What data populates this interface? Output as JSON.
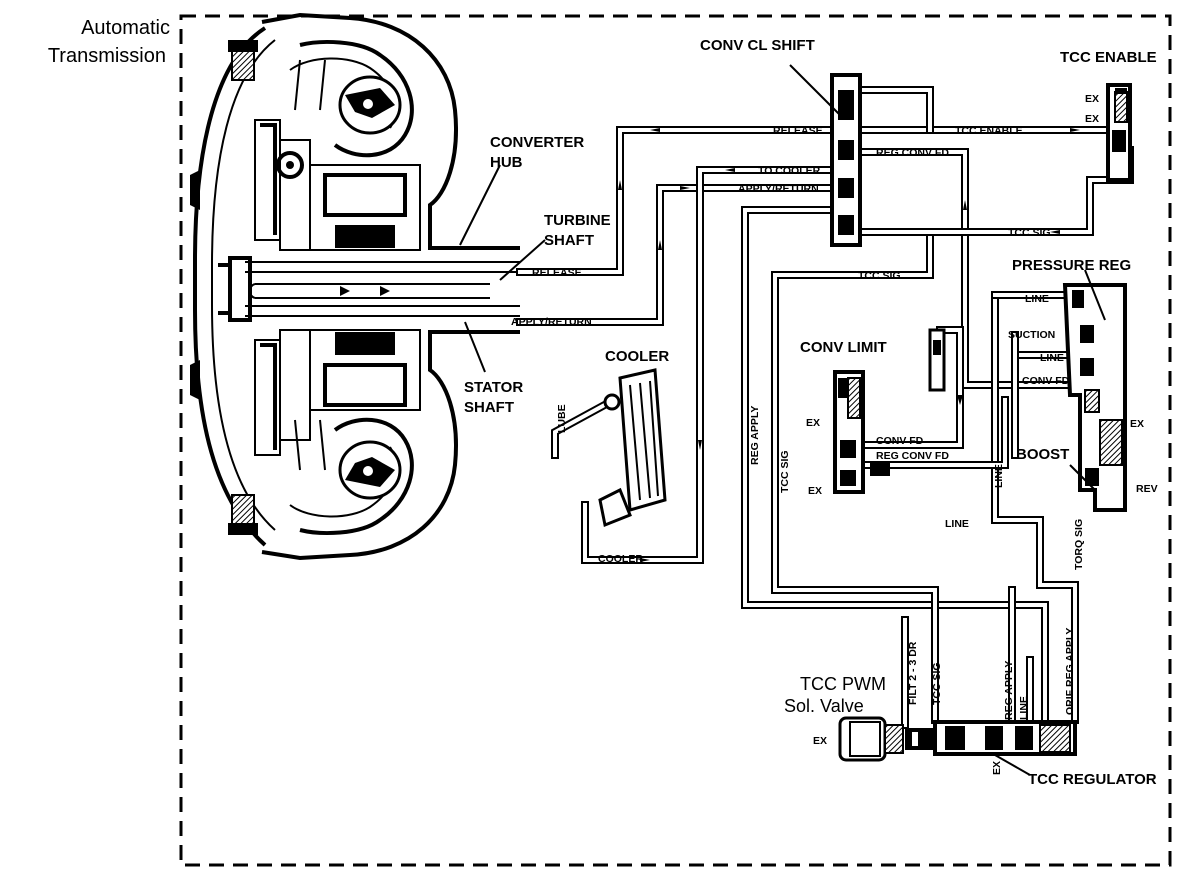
{
  "title": {
    "line1": "Automatic",
    "line2": "Transmission"
  },
  "labels": {
    "converter_hub_1": "CONVERTER",
    "converter_hub_2": "HUB",
    "turbine_shaft_1": "TURBINE",
    "turbine_shaft_2": "SHAFT",
    "stator_shaft_1": "STATOR",
    "stator_shaft_2": "SHAFT",
    "cooler": "COOLER",
    "conv_cl_shift": "CONV CL SHIFT",
    "tcc_enable": "TCC ENABLE",
    "pressure_reg": "PRESSURE REG",
    "conv_limit": "CONV LIMIT",
    "boost": "BOOST",
    "tcc_pwm_1": "TCC PWM",
    "tcc_pwm_2": "Sol. Valve",
    "tcc_regulator": "TCC REGULATOR"
  },
  "lines": {
    "release_top": "RELEASE",
    "tcc_enable_line": "TCC ENABLE",
    "to_cooler": "TO COOLER",
    "reg_conv_fd": "REG CONV FD",
    "apply_return_top": "APPLY/RETURN",
    "tcc_sig_right": "TCC SIG",
    "tcc_sig_mid": "TCC SIG",
    "release_shaft": "RELEASE",
    "apply_return_shaft": "APPLY/RETURN",
    "lube": "LUBE",
    "cooler_line": "COOLER",
    "reg_apply_vert": "REG APPLY",
    "tcc_sig_vert": "TCC SIG",
    "conv_fd_limit": "CONV FD",
    "reg_conv_fd_limit": "REG CONV FD",
    "line_1": "LINE",
    "suction": "SUCTION",
    "line_2": "LINE",
    "conv_fd_right": "CONV FD",
    "line_vert": "LINE",
    "line_low": "LINE",
    "rev": "REV",
    "torq_sig": "TORQ SIG",
    "filt_2_3_dr": "FILT 2 - 3 DR",
    "tcc_sig_bottom": "TCC SIG",
    "reg_apply_bottom": "REG APPLY",
    "line_bottom": "LINE",
    "orif_reg_apply": "ORIF REG APPLY",
    "ex": "EX"
  }
}
